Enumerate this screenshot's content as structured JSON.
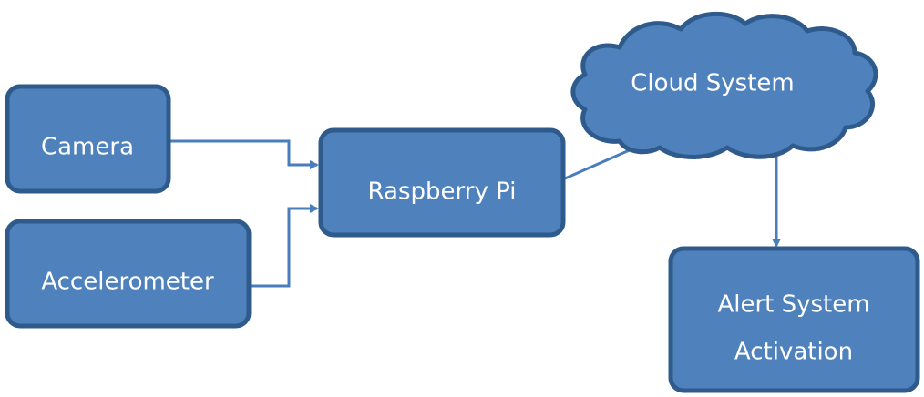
{
  "nodes": {
    "camera": {
      "label": "Camera"
    },
    "accelerometer": {
      "label": "Accelerometer"
    },
    "raspberry_pi": {
      "label": "Raspberry Pi"
    },
    "cloud_system": {
      "label": "Cloud System"
    },
    "alert_system": {
      "line1": "Alert System",
      "line2": "Activation"
    }
  },
  "colors": {
    "box_fill": "#4f81bd",
    "box_stroke": "#2f5b8c",
    "arrow": "#4a7ebb",
    "text": "#ffffff"
  }
}
